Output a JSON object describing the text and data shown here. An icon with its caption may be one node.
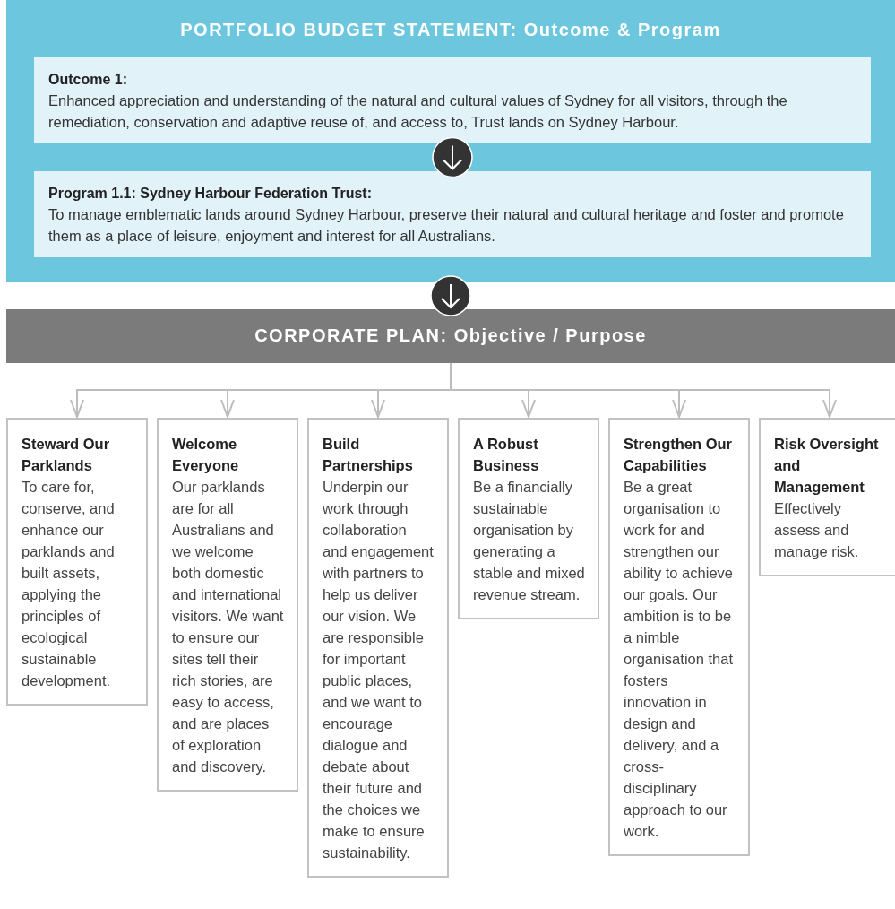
{
  "diagram": {
    "nodes": [
      {
        "text": [
          "PORTFOLIO BUDGET STATEMENT: Outcome & Program"
        ]
      },
      {
        "text": [
          "Outcome 1:",
          "Enhanced appreciation and understanding of the natural and cultural values of Sydney for all visitors, through the remediation, conservation and adaptive reuse of, and access to, Trust lands on Sydney Harbour."
        ],
        "in": 0
      },
      {
        "text": [
          "Program 1.1: Sydney Harbour Federation Trust:",
          "To manage emblematic lands around Sydney Harbour, preserve their natural and cultural heritage and foster and promote them as a place of leisure, enjoyment and interest for all Australians."
        ],
        "in": 0
      },
      {
        "text": [
          "CORPORATE PLAN: Objective / Purpose"
        ]
      },
      {
        "text": [
          "Steward Our Parklands",
          "To care for, conserve, and enhance our parklands and built assets, applying the principles of ecological sustainable development."
        ]
      },
      {
        "text": [
          "Welcome Everyone",
          "Our parklands are for all Australians and we welcome both domestic and international visitors. We want to ensure our sites tell their rich stories, are easy to access, and are places of exploration and discovery."
        ]
      },
      {
        "text": [
          "Build Partnerships",
          "Underpin our work through collaboration and engagement with partners to help us deliver our vision. We are responsible for important public places, and we want to encourage dialogue and debate about their future and the choices we make to ensure sustainability."
        ]
      },
      {
        "text": [
          "A Robust Business",
          "Be a financially sustainable organisation by generating a stable and mixed revenue stream."
        ]
      },
      {
        "text": [
          "Strengthen Our Capabilities",
          "Be a great organisation to work for and strengthen our ability to achieve our goals. Our ambition is to be a nimble organisation that fosters innovation in design and delivery, and a cross-disciplinary approach to our work."
        ]
      },
      {
        "text": [
          "Risk Oversight and Management",
          "Effectively assess and manage risk."
        ]
      }
    ],
    "edges": [
      {
        "from": 1,
        "to": 2,
        "arrow": "to"
      },
      {
        "from": 0,
        "to": 3,
        "arrow": "to"
      },
      {
        "from": 3,
        "to": 4,
        "arrow": "to"
      },
      {
        "from": 3,
        "to": 5,
        "arrow": "to"
      },
      {
        "from": 3,
        "to": 6,
        "arrow": "to"
      },
      {
        "from": 3,
        "to": 7,
        "arrow": "to"
      },
      {
        "from": 3,
        "to": 8,
        "arrow": "to"
      },
      {
        "from": 3,
        "to": 9,
        "arrow": "to"
      }
    ]
  }
}
